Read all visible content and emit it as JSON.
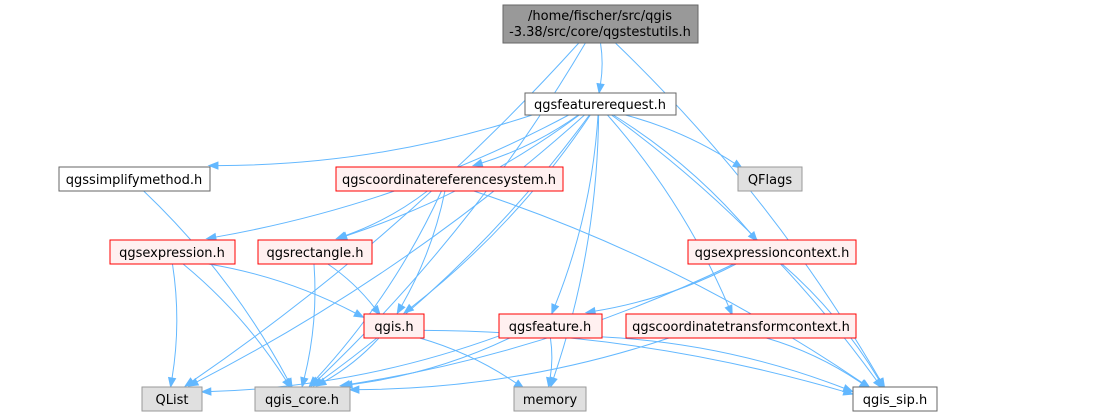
{
  "colors": {
    "edge": "#63b8ff",
    "root_fill": "#999999",
    "root_border": "#666666",
    "documented_fill": "#ffffff",
    "documented_border": "#666666",
    "incomplete_fill": "#fff0f0",
    "incomplete_border": "#ff0000",
    "external_fill": "#e0e0e0",
    "external_border": "#999999"
  },
  "nodes": {
    "root": {
      "lines": [
        "/home/fischer/src/qgis",
        "-3.38/src/core/qgstestutils.h"
      ],
      "style": "root"
    },
    "featurerequest": {
      "lines": [
        "qgsfeaturerequest.h"
      ],
      "style": "documented"
    },
    "simplifymethod": {
      "lines": [
        "qgssimplifymethod.h"
      ],
      "style": "documented"
    },
    "crs": {
      "lines": [
        "qgscoordinatereferencesystem.h"
      ],
      "style": "incomplete"
    },
    "qflags": {
      "lines": [
        "QFlags"
      ],
      "style": "external"
    },
    "expression": {
      "lines": [
        "qgsexpression.h"
      ],
      "style": "incomplete"
    },
    "rectangle": {
      "lines": [
        "qgsrectangle.h"
      ],
      "style": "incomplete"
    },
    "exprcontext": {
      "lines": [
        "qgsexpressioncontext.h"
      ],
      "style": "incomplete"
    },
    "qgis": {
      "lines": [
        "qgis.h"
      ],
      "style": "incomplete"
    },
    "feature": {
      "lines": [
        "qgsfeature.h"
      ],
      "style": "incomplete"
    },
    "ctcontext": {
      "lines": [
        "qgscoordinatetransformcontext.h"
      ],
      "style": "incomplete"
    },
    "qlist": {
      "lines": [
        "QList"
      ],
      "style": "external"
    },
    "qgiscore": {
      "lines": [
        "qgis_core.h"
      ],
      "style": "external"
    },
    "memory": {
      "lines": [
        "memory"
      ],
      "style": "external"
    },
    "qgissip": {
      "lines": [
        "qgis_sip.h"
      ],
      "style": "documented"
    }
  },
  "edges": [
    [
      "root",
      "featurerequest"
    ],
    [
      "root",
      "qgiscore"
    ],
    [
      "root",
      "qgissip"
    ],
    [
      "root",
      "qlist"
    ],
    [
      "featurerequest",
      "simplifymethod"
    ],
    [
      "featurerequest",
      "crs"
    ],
    [
      "featurerequest",
      "qflags"
    ],
    [
      "featurerequest",
      "expression"
    ],
    [
      "featurerequest",
      "rectangle"
    ],
    [
      "featurerequest",
      "exprcontext"
    ],
    [
      "featurerequest",
      "qgis"
    ],
    [
      "featurerequest",
      "feature"
    ],
    [
      "featurerequest",
      "ctcontext"
    ],
    [
      "featurerequest",
      "qgiscore"
    ],
    [
      "featurerequest",
      "qgissip"
    ],
    [
      "featurerequest",
      "qlist"
    ],
    [
      "featurerequest",
      "memory"
    ],
    [
      "simplifymethod",
      "qgiscore"
    ],
    [
      "crs",
      "rectangle"
    ],
    [
      "crs",
      "qgis"
    ],
    [
      "crs",
      "qgiscore"
    ],
    [
      "crs",
      "qgissip"
    ],
    [
      "expression",
      "qgis"
    ],
    [
      "expression",
      "qgiscore"
    ],
    [
      "expression",
      "qlist"
    ],
    [
      "rectangle",
      "qgis"
    ],
    [
      "rectangle",
      "qgiscore"
    ],
    [
      "exprcontext",
      "feature"
    ],
    [
      "exprcontext",
      "qgiscore"
    ],
    [
      "exprcontext",
      "qgissip"
    ],
    [
      "qgis",
      "qgiscore"
    ],
    [
      "qgis",
      "memory"
    ],
    [
      "qgis",
      "qgissip"
    ],
    [
      "feature",
      "qgiscore"
    ],
    [
      "feature",
      "memory"
    ],
    [
      "feature",
      "qgissip"
    ],
    [
      "feature",
      "qlist"
    ],
    [
      "ctcontext",
      "qgiscore"
    ],
    [
      "ctcontext",
      "qgissip"
    ]
  ]
}
